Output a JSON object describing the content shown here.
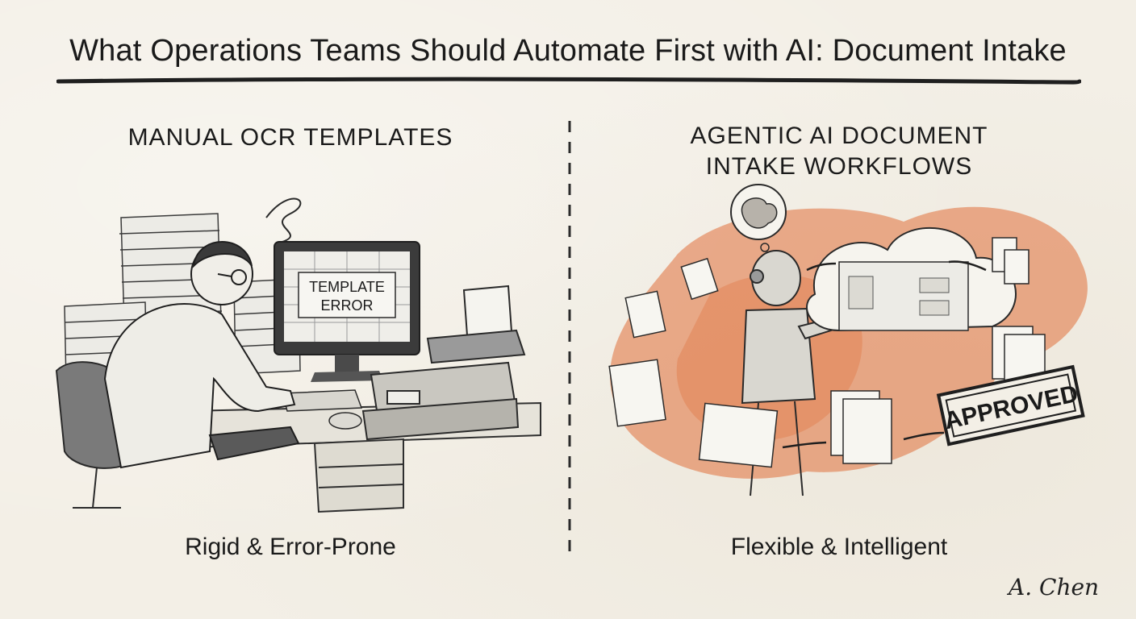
{
  "header": {
    "title": "What Operations Teams Should Automate First with AI: Document Intake"
  },
  "left_panel": {
    "heading": "MANUAL OCR TEMPLATES",
    "screen_line1": "TEMPLATE",
    "screen_line2": "ERROR",
    "caption": "Rigid & Error-Prone"
  },
  "right_panel": {
    "heading_line1": "AGENTIC AI DOCUMENT",
    "heading_line2": "INTAKE WORKFLOWS",
    "stamp": "APPROVED",
    "caption": "Flexible & Intelligent"
  },
  "signature": "A. Chen",
  "colors": {
    "paper": "#f3efe6",
    "ink": "#1f1f1f",
    "watercolor": "#e0703a"
  },
  "icons": [
    "brain-icon",
    "cloud-icon",
    "document-icon",
    "arrow-icon",
    "stamp-icon"
  ]
}
